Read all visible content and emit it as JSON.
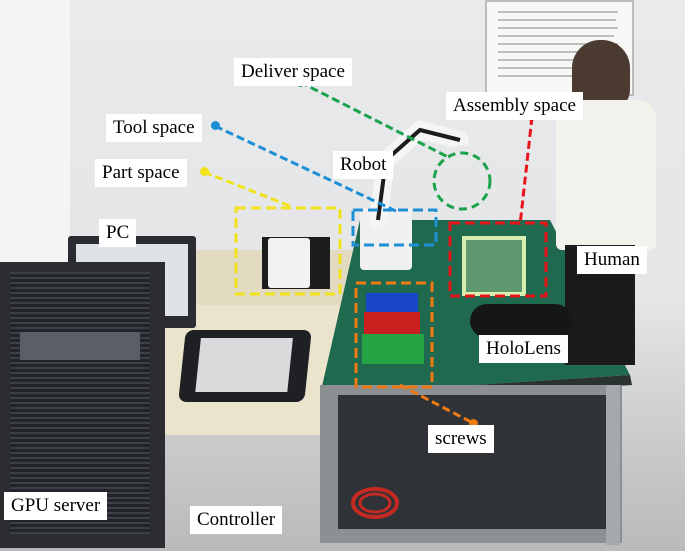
{
  "labels": {
    "deliver_space": "Deliver space",
    "assembly_space": "Assembly space",
    "tool_space": "Tool space",
    "part_space": "Part space",
    "robot": "Robot",
    "pc": "PC",
    "human": "Human",
    "hololens": "HoloLens",
    "screws": "screws",
    "gpu_server": "GPU server",
    "controller": "Controller"
  },
  "colors": {
    "deliver": "#1aa34a",
    "assembly": "#e8141b",
    "tool": "#1e8fd6",
    "part": "#f2e21b",
    "screws": "#f07a12",
    "wall": "#e6e7e9",
    "floor": "#c4c5c7",
    "table_green": "#1f6a4f",
    "desk": "#e9e1c8"
  }
}
